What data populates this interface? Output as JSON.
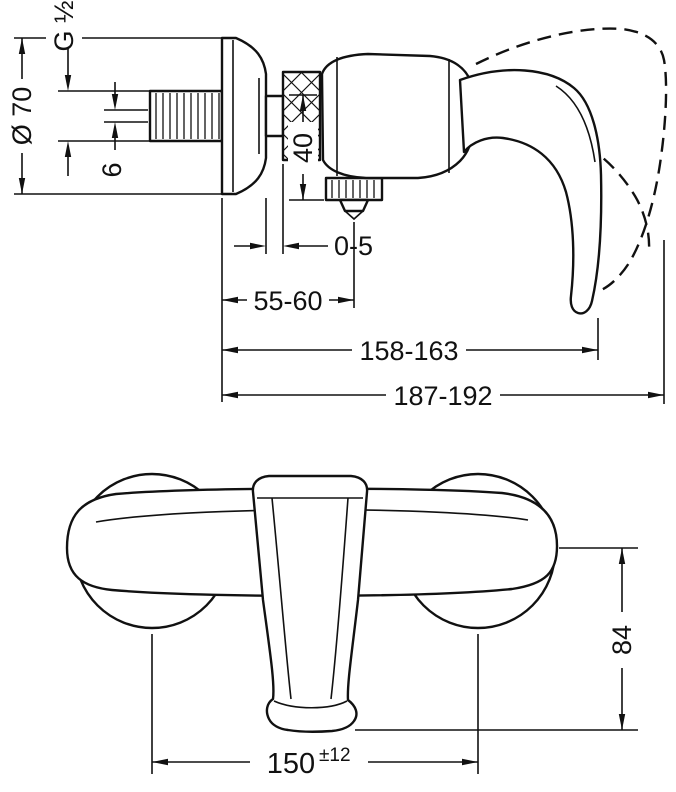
{
  "meta": {
    "background_color": "#ffffff",
    "line_color": "#111111"
  },
  "side_view": {
    "labels": {
      "thread_size": "G ½",
      "escutcheon_diameter": "Ø 70",
      "inlet_offset": "6",
      "outlet_height": "40",
      "wall_gap": "0-5",
      "wall_to_outlet": "55-60",
      "wall_to_handle": "158-163",
      "overall_depth": "187-192"
    }
  },
  "front_view": {
    "labels": {
      "handle_drop": "84",
      "center_distance": "150",
      "center_tolerance": "±12"
    }
  }
}
